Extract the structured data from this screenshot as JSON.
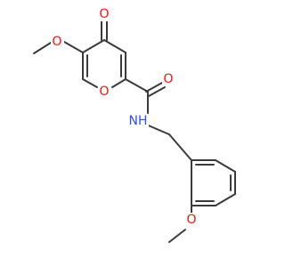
{
  "molecule": {
    "colors": {
      "bond": "#3a3a3a",
      "oxygen": "#ff0d0d",
      "nitrogen": "#3050f8",
      "background": "#ffffff"
    },
    "labels": {
      "o_methoxy_top": "O",
      "o_ketone": "O",
      "o_ring": "O",
      "o_amide": "O",
      "nh": "NH",
      "o_methoxy_bottom": "O"
    }
  }
}
